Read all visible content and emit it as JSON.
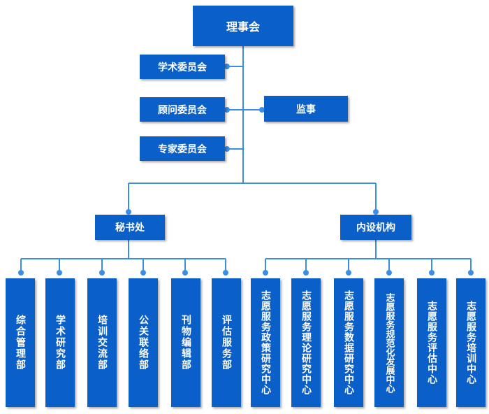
{
  "chart_data": {
    "type": "org-chart",
    "root": "理事会",
    "committees": [
      "学术委员会",
      "顾问委员会",
      "专家委员会"
    ],
    "supervisor": "监事",
    "branches": [
      {
        "name": "秘书处",
        "children": [
          "综合管理部",
          "学术研究部",
          "培训交流部",
          "公关联络部",
          "刊物编辑部",
          "评估服务部"
        ]
      },
      {
        "name": "内设机构",
        "children": [
          "志愿服务政策研究中心",
          "志愿服务理论研究中心",
          "志愿服务数据研究中心",
          "志愿服务规范化发展中心",
          "志愿服务评估中心",
          "志愿服务培训中心"
        ]
      }
    ]
  },
  "colors": {
    "box": "#0a5fc8",
    "connector": "#3a8ee6",
    "text": "#ffffff"
  }
}
